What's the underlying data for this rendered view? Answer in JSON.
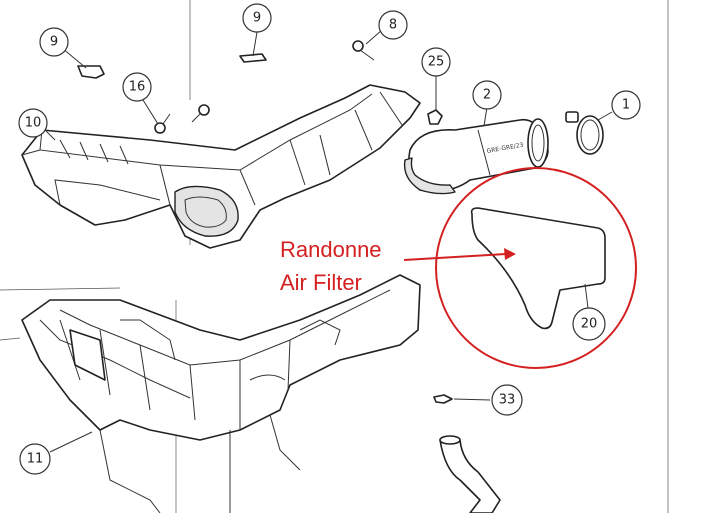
{
  "annotation": {
    "line1": "Randonne",
    "line2": "Air Filter",
    "color": "#d42020"
  },
  "callouts": {
    "c1": "1",
    "c2": "2",
    "c8": "8",
    "c9a": "9",
    "c9b": "9",
    "c10": "10",
    "c11": "11",
    "c16": "16",
    "c20": "20",
    "c25": "25",
    "c33": "33"
  },
  "part_marking": "GRE-GRE/23"
}
